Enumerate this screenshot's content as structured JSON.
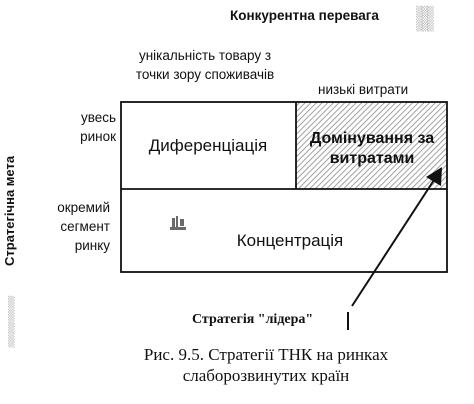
{
  "competitive_advantage": "Конкурентна перевага",
  "columns": {
    "unique": "унікальність товару з точки зору споживачів",
    "low_cost": "низькі витрати"
  },
  "rows": {
    "whole_market": "увесь ринок",
    "segment": "окремий сегмент ринку"
  },
  "strategic_goal": "Стратегічна мета",
  "cells": {
    "differentiation": "Диференціація",
    "cost_leadership_line1": "Домінування за",
    "cost_leadership_line2": "витратами",
    "concentration": "Концентрація"
  },
  "leader_label": "Стратегія \"лідера\"",
  "caption": "Рис. 9.5. Стратегії ТНК на ринках слаборозвинутих країн",
  "colors": {
    "ink": "#111111",
    "hatch": "#8a8a8a",
    "background": "#ffffff"
  }
}
